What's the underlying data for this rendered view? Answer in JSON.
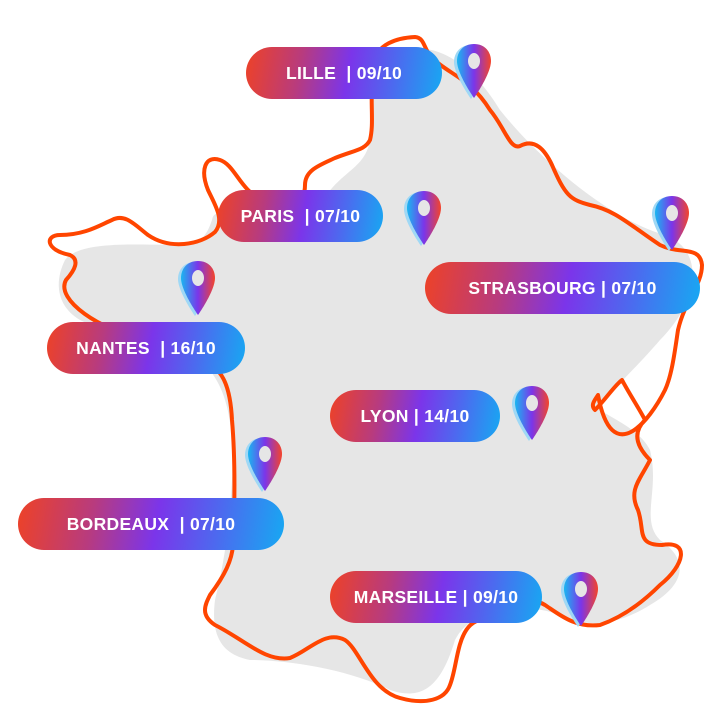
{
  "map": {
    "region": "France",
    "land_color": "#E6E6E6",
    "outline_color": "#FF4500"
  },
  "theme": {
    "badge_gradient": [
      "#EE4226",
      "#7B35EA",
      "#16A9F2"
    ],
    "badge_text_color": "#FFFFFF",
    "pin_gradient": [
      "#19B6F0",
      "#7B35EA",
      "#F4442A"
    ]
  },
  "locations": [
    {
      "city": "LILLE",
      "date": "09/10",
      "label": "LILLE  | 09/10"
    },
    {
      "city": "PARIS",
      "date": "07/10",
      "label": "PARIS  | 07/10"
    },
    {
      "city": "STRASBOURG",
      "date": "07/10",
      "label": "STRASBOURG | 07/10"
    },
    {
      "city": "NANTES",
      "date": "16/10",
      "label": "NANTES  | 16/10"
    },
    {
      "city": "LYON",
      "date": "14/10",
      "label": "LYON | 14/10"
    },
    {
      "city": "BORDEAUX",
      "date": "07/10",
      "label": "BORDEAUX  | 07/10"
    },
    {
      "city": "MARSEILLE",
      "date": "09/10",
      "label": "MARSEILLE | 09/10"
    }
  ],
  "icons": {
    "pin": "map-pin-icon"
  }
}
